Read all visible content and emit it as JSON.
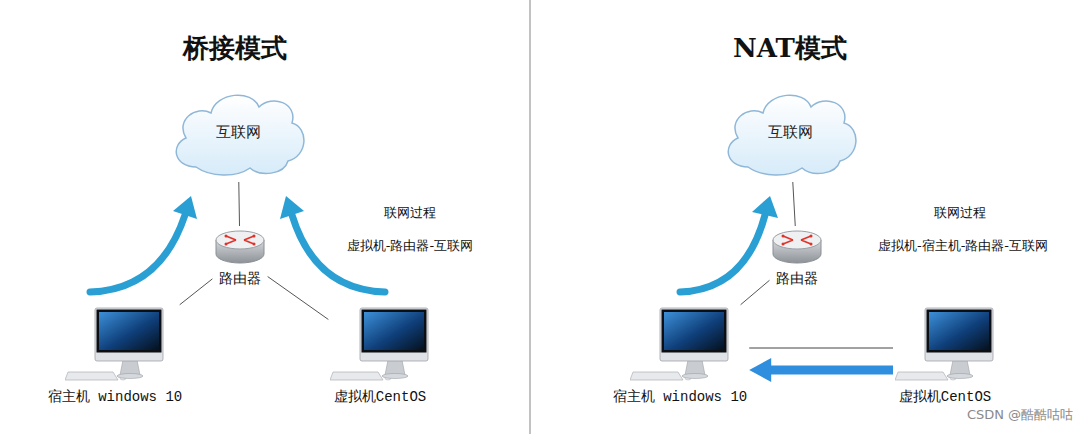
{
  "diagram": {
    "nodes": [
      {
        "text": [
          "互联网"
        ]
      },
      {
        "text": [
          "路由器"
        ]
      },
      {
        "text": [
          "宿主机 windows 10"
        ]
      },
      {
        "text": [
          "虚拟机CentOS"
        ]
      },
      {
        "text": [
          "互联网"
        ]
      },
      {
        "text": [
          "路由器"
        ]
      },
      {
        "text": [
          "宿主机 windows 10"
        ]
      },
      {
        "text": [
          "虚拟机CentOS"
        ]
      }
    ],
    "edges": [
      {
        "from": 1,
        "to": 0,
        "arrow": "none"
      },
      {
        "from": 1,
        "to": 2,
        "arrow": "none"
      },
      {
        "from": 1,
        "to": 3,
        "arrow": "none"
      },
      {
        "from": 5,
        "to": 4,
        "arrow": "none"
      },
      {
        "from": 5,
        "to": 6,
        "arrow": "none"
      },
      {
        "from": 6,
        "to": 7,
        "arrow": "none"
      },
      {
        "from": 7,
        "to": 6,
        "arrow": "to"
      }
    ],
    "labels": [
      "桥接模式",
      "NAT模式",
      "联网过程",
      "虚拟机-路由器-互联网",
      "联网过程",
      "虚拟机-宿主机-路由器-互联网",
      "CSDN @酷酷咕咕"
    ]
  }
}
